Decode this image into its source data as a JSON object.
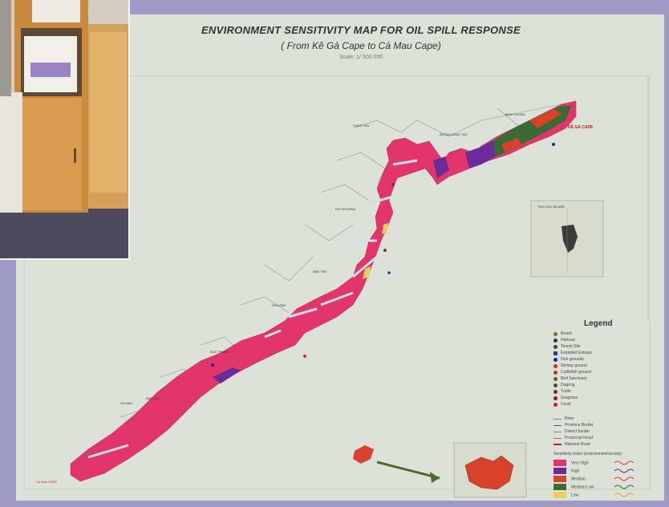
{
  "map": {
    "title": "ENVIRONMENT SENSITIVITY MAP FOR OIL SPILL RESPONSE",
    "subtitle": "( From Kê Gà Cape to Cà Mau Cape)",
    "scale": "Scale: 1/ 500.000"
  },
  "labels": {
    "ke_ga_cape": "KÊ GÀ CAPE",
    "ca_mau_cape": "Cà Mau CAPE",
    "tho_chu_island": "THO CHU ISLAND",
    "places": [
      "VUNG TAU",
      "BA RIA-VUNG TAU",
      "HO CHI MINH",
      "BEN TRE",
      "TRA VINH",
      "SOC TRANG",
      "BAC LIEU",
      "CA MAU",
      "BINH THUAN"
    ]
  },
  "legend": {
    "title": "Legend",
    "items": [
      {
        "label": "Beach",
        "icon": "beach-icon",
        "color": "#8a6a3a"
      },
      {
        "label": "Harbour",
        "icon": "harbour-icon",
        "color": "#333333"
      },
      {
        "label": "Tourist Site",
        "icon": "tourist-icon",
        "color": "#444444"
      },
      {
        "label": "Exploited Estuary",
        "icon": "estuary-icon",
        "color": "#2a3b8c"
      },
      {
        "label": "Fish grounds",
        "icon": "fish-icon",
        "color": "#1a2a7a"
      },
      {
        "label": "Shrimp ground",
        "icon": "shrimp-icon",
        "color": "#c8341e"
      },
      {
        "label": "Cuttlefish ground",
        "icon": "cuttlefish-icon",
        "color": "#b13a2b"
      },
      {
        "label": "Bird Sanctuary",
        "icon": "bird-icon",
        "color": "#6a5a2a"
      },
      {
        "label": "Dugong",
        "icon": "dugong-icon",
        "color": "#4a4a4a"
      },
      {
        "label": "Turtle",
        "icon": "turtle-icon",
        "color": "#8c2b1b"
      },
      {
        "label": "Seagrass",
        "icon": "seagrass-icon",
        "color": "#8c1b1b"
      },
      {
        "label": "Coral",
        "icon": "coral-icon",
        "color": "#c81f3a"
      }
    ],
    "lines": [
      {
        "label": "River"
      },
      {
        "label": "Province Border"
      },
      {
        "label": "District border"
      },
      {
        "label": "Provincial Road"
      },
      {
        "label": "National Road"
      }
    ],
    "sensitivity_title": "Sensitivity Index (environment/society)",
    "sensitivity": [
      {
        "label": "Very High",
        "color": "#e2356c"
      },
      {
        "label": "High",
        "color": "#6a2c9a"
      },
      {
        "label": "Medium",
        "color": "#d8412a"
      },
      {
        "label": "Medium Low",
        "color": "#3b6b34"
      },
      {
        "label": "Low",
        "color": "#e8d05a"
      }
    ]
  },
  "colors": {
    "frame": "#9f99c6",
    "paper": "#dde2d8",
    "very_high": "#e2356c",
    "arrow": "#4f6a2f"
  }
}
